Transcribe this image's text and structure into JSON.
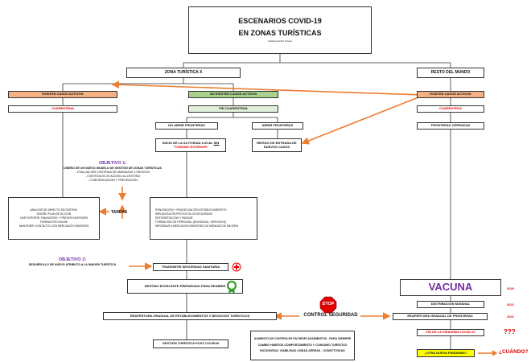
{
  "title": {
    "line1": "ESCENARIOS COVID-19",
    "line2": "EN ZONAS TURÍSTICAS",
    "author": "Cristina del Río Freeze"
  },
  "zones": {
    "zona_x": "ZONA TURÍSTICA X",
    "resto": "RESTO DEL MUNDO"
  },
  "left": {
    "existen": "EXISTEN CASOS ACTIVOS",
    "cuarentena": "CUARENTENA",
    "objetivo1_title": "OBJETIVO 1:",
    "objetivo1_lines": [
      "DISEÑO DE UN NUEVO MODELO DE GESTIÓN DE ZONAS TURÍSTICAS",
      "- EVALUACIÓN CONTINUA DE AMENAZAS Y RIESGOS",
      "- CONTROLES DE ACCESO AL DESTINO",
      "- CONCIENCIACIÓN Y PREVENCIÓN"
    ],
    "tareas_lines": [
      "ANÁLISIS DE IMPACTO EN DESTINO",
      "DISEÑO PLAN DE ACCIÓN",
      "DAR SOPORTE FINANCIERO + PREVER INVERSIÓN",
      "FORMACIÓN ONLINE",
      "MANTENER CONTACTO CON MERCADOS EMISORES"
    ],
    "tareas_label": "TAREAS",
    "objetivo2_title": "OBJETIVO 2:",
    "objetivo2_text": "DESARROLLO DE NUEVO ATRIBUTO A LA IMAGEN TURÍSTICA"
  },
  "center": {
    "no_existen": "NO EXISTEN CASOS ACTIVOS",
    "fin_cuarentena": "FIN CUARENTENA",
    "no_abrir": "NO ABRIR FRONTERAS",
    "abrir": "ABRIR FRONTERAS",
    "inicio_line1": "INICIO DE LA ACTIVIDAD LOCAL",
    "inicio_sin": "SIN",
    "inicio_line2": "\"TURISMO EXTERIOR\"",
    "riesgo": "RIESGO DE ENTRADA DE NUEVOS CASOS",
    "actions": [
      "RENOVACIÓN + READECUACIÓN ESTABLECIMIENTOS",
      "IMPLANTACIÓN PROTOCOLOS SEGURIDAD",
      "REFORESTACIÓN Y PAISAJE",
      "FORMACIÓN DE PERSONAL (DIVISIONAL, SERVICIOS)",
      "INFORMAR A MERCADOS EMISORES DE MEDIDAS DE MEJORA"
    ],
    "transmitir": "TRANSMITIR SEGURIDAD SANITARIA",
    "destino": "DESTINO EXCELENTE PREPARADO PARA REABRIR",
    "reapertura": "REAPERTURA GRADUAL DE ESTABLECIMIENTOS Y NEGOCIOS TURÍSTICOS",
    "stop": "STOP",
    "control": "CONTROL SEGURIDAD",
    "gestion": "GESTIÓN TURÍSTICA POST-COVID20",
    "future_lines": [
      "AUMENTO DE CONTROLES EN DESPLAZAMIENTOS - PARA SIEMPRE",
      "CAMBIO HÁBITOS COMPORTAMIENTO Y CONSUMO TURÍSTICO",
      "INCÓGNITAS: VIABILIDAD LÍNEAS AÉREAS - CONECTIVIDAD"
    ]
  },
  "right": {
    "existen": "EXISTEN CASOS ACTIVOS",
    "cuarentena": "CUARENTENA",
    "fronteras": "FRONTERAS CERRADAS",
    "vacuna": "VACUNA",
    "year_vacuna": "2020",
    "distribucion": "DISTRIBUCIÓN MUNDIAL",
    "year_distribucion": "2021",
    "reapertura": "REAPERTURA GRADUAL DE FRONTERAS",
    "year_reapertura": "2021",
    "fin": "FIN DE LA PANDEMIA COVID-19",
    "fin_q": "???",
    "otra": "¿OTRA NUEVA PANDEMIA?",
    "cuando": "¿CUÁNDO?"
  },
  "colors": {
    "orange": "#ed7d31",
    "purple": "#7030a0",
    "red": "#e00000",
    "green": "#a9d18e",
    "salmon": "#f4b183",
    "yellow": "#ffff00"
  }
}
